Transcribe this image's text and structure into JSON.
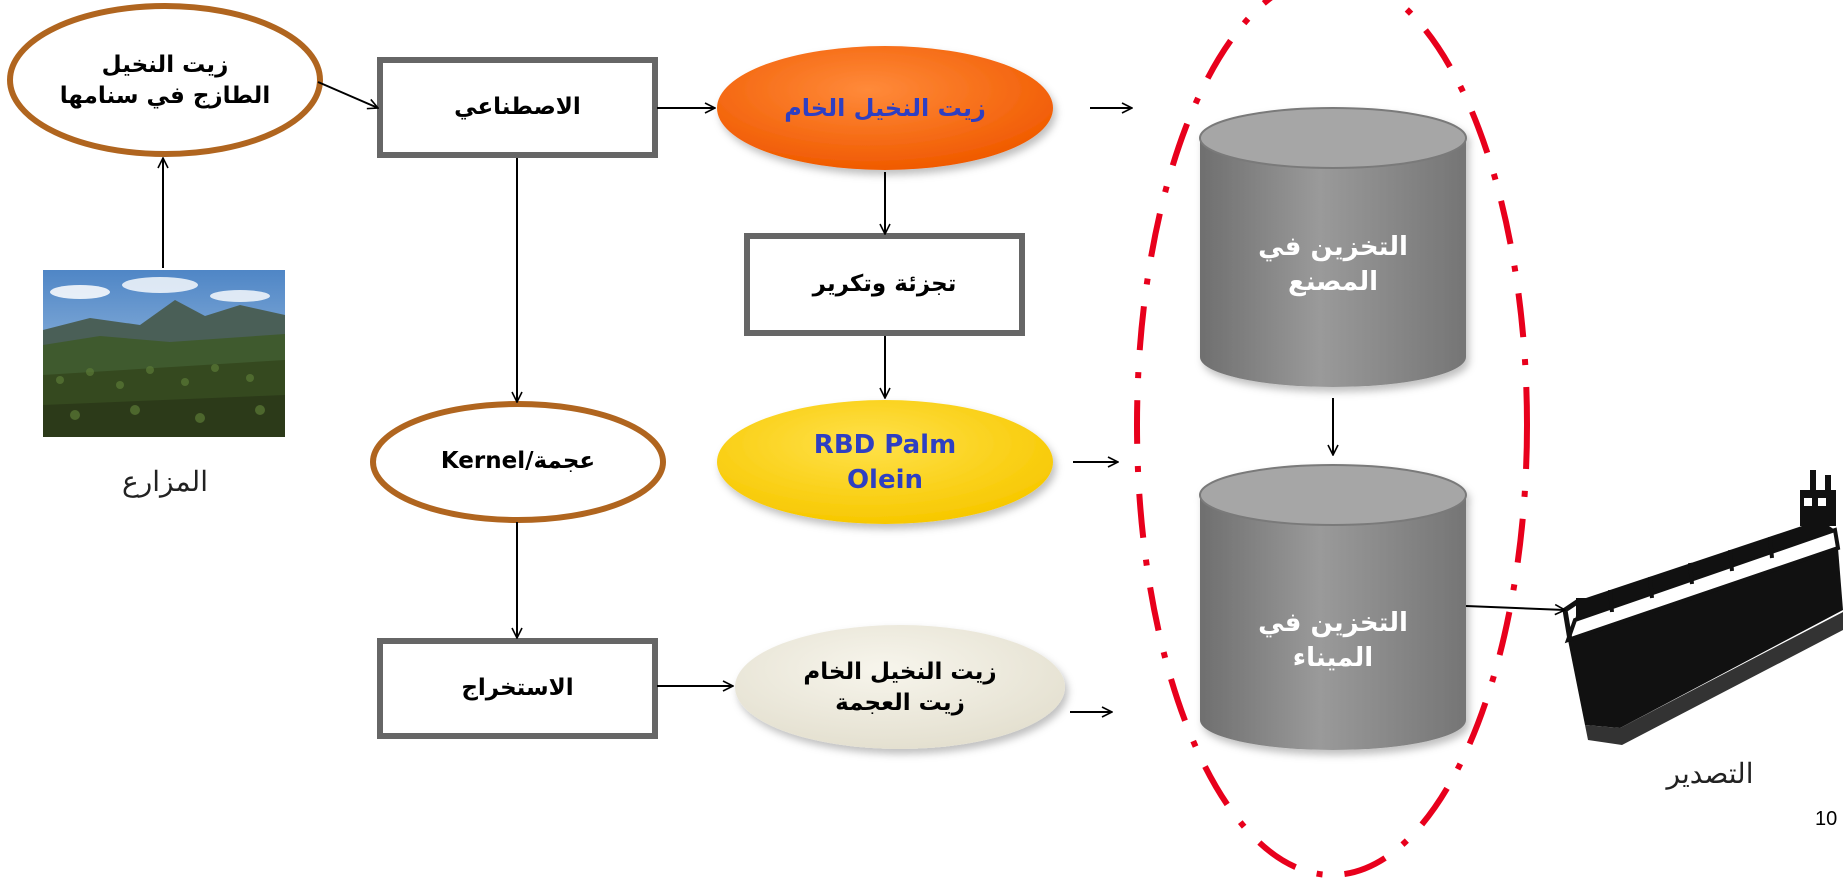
{
  "nodes": {
    "fresh_oil": {
      "line1": "زيت النخيل",
      "line2": "الطازج في سنامها"
    },
    "mill": "الاصطناعي",
    "crude_palm_oil": "زيت النخيل الخام",
    "fractionation": "تجزئة وتكرير",
    "rbd_olein": {
      "line1": "RBD Palm",
      "line2": "Olein"
    },
    "kernel": "Kernel/عجمة",
    "extraction": "الاستخراج",
    "kernel_oil": {
      "line1": "زيت النخيل الخام",
      "line2": "زيت العجمة"
    },
    "factory_storage": {
      "line1": "التخزين في",
      "line2": "المصنع"
    },
    "port_storage": {
      "line1": "التخزين في",
      "line2": "الميناء"
    }
  },
  "labels": {
    "plantations": "المزارع",
    "export": "التصدير"
  },
  "page_number": "10",
  "colors": {
    "brown_ring": "#b0651f",
    "orange": "#fa6a10",
    "yellow": "#ffd60a",
    "cream": "#eeeade",
    "grey_box": "#666666",
    "cylinder": "#8a8a8a",
    "red_dash": "#e8001c",
    "blue_text": "#2e3fc2"
  },
  "icons": {
    "plantation_photo": "palm-plantation-photo",
    "tanker": "oil-tanker-ship-icon"
  }
}
